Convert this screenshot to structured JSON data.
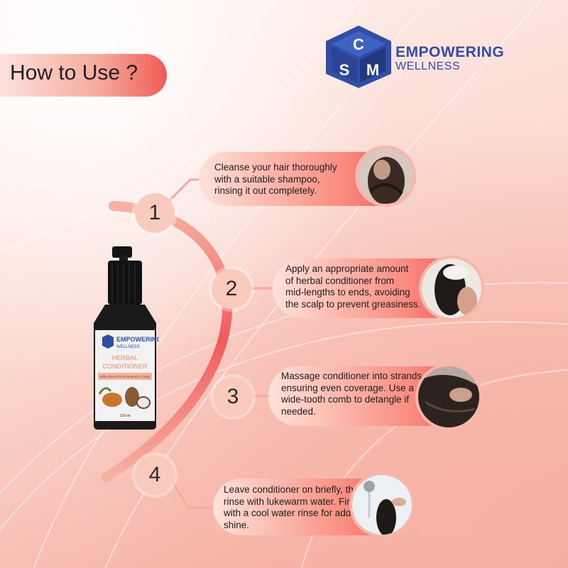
{
  "title": "How to Use ?",
  "brand": {
    "line1": "EMPOWERING",
    "line2": "WELLNESS",
    "logo_letters": [
      "C",
      "S",
      "M"
    ],
    "color": "#2f4fa6"
  },
  "product": {
    "brand_line1": "EMPOWERING",
    "brand_line2": "WELLNESS",
    "name_line1": "HERBAL",
    "name_line2": "CONDITIONER",
    "tagline": "With Almond Oil & Rosmarin Candy",
    "volume": "100 ml"
  },
  "steps": [
    {
      "number": "1",
      "lines": [
        "Cleanse your hair thoroughly",
        "with a suitable shampoo,",
        " rinsing it out completely."
      ],
      "image": "washing-hair-photo"
    },
    {
      "number": "2",
      "lines": [
        "Apply an appropriate amount",
        "of herbal conditioner from",
        "mid-lengths to ends, avoiding",
        "the scalp to prevent greasiness."
      ],
      "image": "applying-conditioner-photo"
    },
    {
      "number": "3",
      "lines": [
        "Massage conditioner into strands,",
        "ensuring even coverage. Use a",
        "wide-tooth comb to detangle if",
        "needed."
      ],
      "image": "massaging-hair-photo"
    },
    {
      "number": "4",
      "lines": [
        " Leave conditioner on briefly, then",
        "rinse with lukewarm water. Finish",
        "with a cool water rinse for added",
        "shine."
      ],
      "image": "rinsing-shower-photo"
    }
  ],
  "colors": {
    "accent": "#ef5553",
    "soft": "#f8cbbd"
  }
}
